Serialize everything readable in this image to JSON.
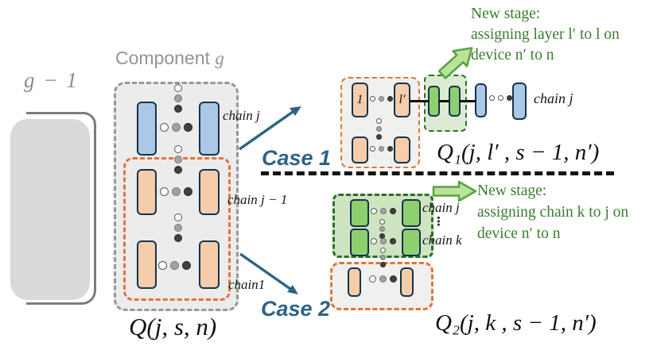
{
  "colors": {
    "orange_dash": "#e0743c",
    "green_dash": "#2e6b2e",
    "gray_dash": "#979797",
    "blue_fill": "#abc9e6",
    "peach_fill": "#f6cdab",
    "green_fill": "#8ed070",
    "case_blue": "#2e6385",
    "note_green": "#3a7d2e",
    "arrow_green_fill": "#b9e29b",
    "arrow_green_stroke": "#58a33f"
  },
  "left_stack": {
    "label": "g − 1"
  },
  "component": {
    "title_prefix": "Component ",
    "title_var": "g",
    "chain_top_label": "chain j",
    "chain_mid_label": "chain j − 1",
    "chain_bottom_label": "chain1",
    "formula": "Q(j, s, n)"
  },
  "case1": {
    "label": "Case 1",
    "note": [
      "New stage:",
      "assigning layer l′ to l on",
      "device n′ to n"
    ],
    "first_layer_label": "1",
    "last_layer_label": "l′",
    "chain_label": "chain j",
    "formula": "Q₁(j, l′ , s − 1, n′)"
  },
  "case2": {
    "label": "Case 2",
    "note": [
      "New stage:",
      "assigning chain k to j on",
      "device n′ to n"
    ],
    "chain_top_label": "chain j",
    "dots_label": "⋮",
    "chain_bottom_label": "chain k",
    "formula": "Q₂(j, k , s − 1, n′)"
  }
}
